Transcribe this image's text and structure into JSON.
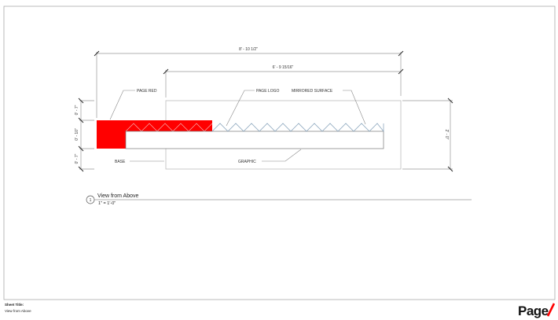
{
  "drawing": {
    "dimensions": {
      "overall_width": "8' - 10 1/2\"",
      "inner_width": "6' - 9 15/16\"",
      "height": "2' - 0\"",
      "left_top": "0' - 7\"",
      "left_middle": "0' - 10\"",
      "left_bottom": "0' - 7\""
    },
    "labels": {
      "page_red": "PAGE RED",
      "page_logo": "PAGE LOGO",
      "mirrored_surface": "MIRRORED SURFACE",
      "base": "BASE",
      "graphic": "GRAPHIC"
    },
    "colors": {
      "accent_red": "#ff0000"
    }
  },
  "view": {
    "number": "1",
    "title": "View from Above",
    "scale": "1\" = 1'-0\""
  },
  "footer": {
    "sheet_title_label": "Sheet Title:",
    "sheet_title_value": "View from Above",
    "logo_text": "Page/"
  }
}
